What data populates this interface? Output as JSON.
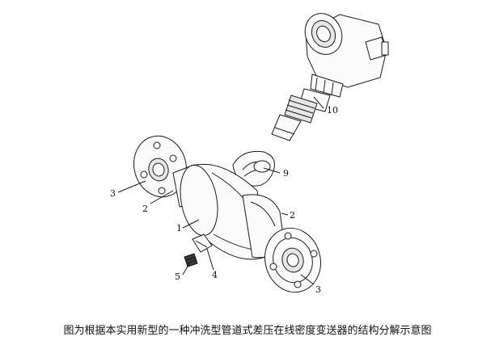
{
  "caption": "图为根据本实用新型的一种冲洗型管道式差压在线密度变送器的结构分解示意图",
  "labels": {
    "l1": "1",
    "l2a": "2",
    "l2b": "2",
    "l3a": "3",
    "l3b": "3",
    "l4": "4",
    "l5": "5",
    "l9": "9",
    "l10": "10"
  }
}
